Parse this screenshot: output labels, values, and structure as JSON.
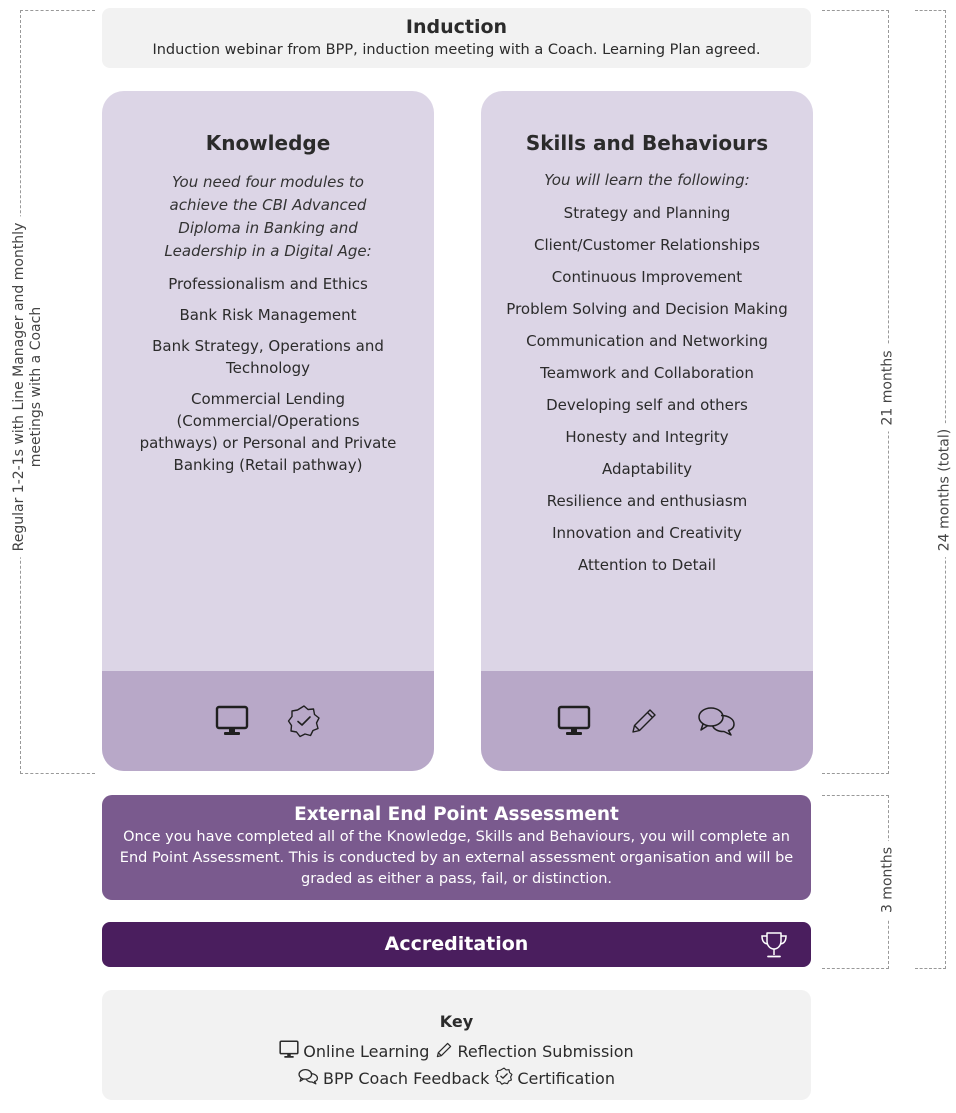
{
  "induction": {
    "title": "Induction",
    "description": "Induction webinar from BPP, induction meeting with a Coach. Learning Plan agreed."
  },
  "knowledge": {
    "title": "Knowledge",
    "intro": "You need four modules to achieve the CBI Advanced Diploma in Banking and Leadership in a Digital Age:",
    "modules": [
      "Professionalism and Ethics",
      "Bank Risk Management",
      "Bank Strategy, Operations and Technology",
      "Commercial Lending (Commercial/Operations pathways) or Personal and Private Banking (Retail pathway)"
    ],
    "icons": [
      "monitor-icon",
      "certification-badge-icon"
    ]
  },
  "skills": {
    "title": "Skills and Behaviours",
    "intro": "You will learn the following:",
    "items": [
      "Strategy and Planning",
      "Client/Customer Relationships",
      "Continuous Improvement",
      "Problem Solving and Decision Making",
      "Communication and Networking",
      "Teamwork and Collaboration",
      "Developing self and others",
      "Honesty and Integrity",
      "Adaptability",
      "Resilience and enthusiasm",
      "Innovation and Creativity",
      "Attention to Detail"
    ],
    "icons": [
      "monitor-icon",
      "pencil-icon",
      "speech-bubbles-icon"
    ]
  },
  "epa": {
    "title": "External End Point Assessment",
    "description": "Once you have completed all of the Knowledge, Skills and Behaviours, you will complete an End Point Assessment. This is conducted by an external assessment organisation and will be graded as either a pass, fail, or distinction."
  },
  "accreditation": {
    "title": "Accreditation",
    "icon": "trophy-icon"
  },
  "key": {
    "title": "Key",
    "online_learning": "Online Learning",
    "reflection_submission": "Reflection Submission",
    "coach_feedback": "BPP Coach Feedback",
    "certification": "Certification"
  },
  "side_labels": {
    "left_line1": "Regular 1-2-1s with Line Manager and monthly",
    "left_line2": "meetings with a Coach",
    "months_21": "21 months",
    "months_3": "3 months",
    "months_24": "24 months (total)"
  },
  "colors": {
    "card_bg": "#dcd5e6",
    "icon_band": "#b8a8c8",
    "epa_bg": "#7a5a8e",
    "accreditation_bg": "#4a1e5e",
    "light_box": "#f2f2f2"
  }
}
